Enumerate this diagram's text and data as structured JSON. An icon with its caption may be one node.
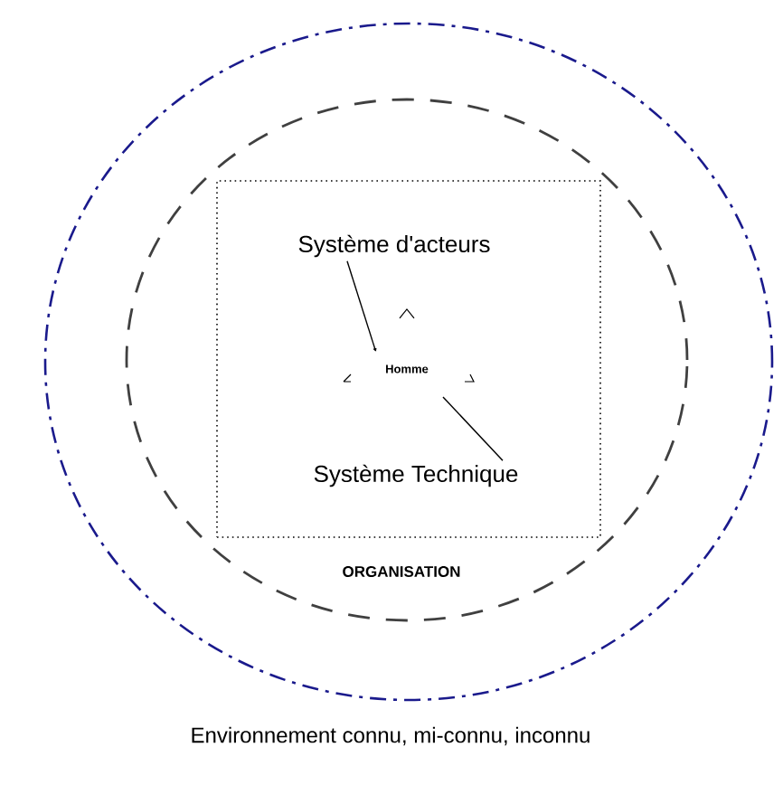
{
  "diagram": {
    "nodes": [
      {
        "text": [
          "Environnement connu, mi-connu, inconnu"
        ]
      },
      {
        "text": [
          "ORGANISATION"
        ],
        "in": 0
      },
      {
        "text": [],
        "shape": "box",
        "in": 1
      },
      {
        "text": [
          "Système d'acteurs"
        ],
        "in": 2
      },
      {
        "text": [
          "Homme"
        ],
        "in": 2
      },
      {
        "text": [
          "Système Technique"
        ],
        "in": 2
      }
    ],
    "edges": [
      {
        "from": 3,
        "to": 4,
        "arrow": "to"
      },
      {
        "from": 4,
        "to": 5,
        "arrow": "none"
      }
    ]
  }
}
